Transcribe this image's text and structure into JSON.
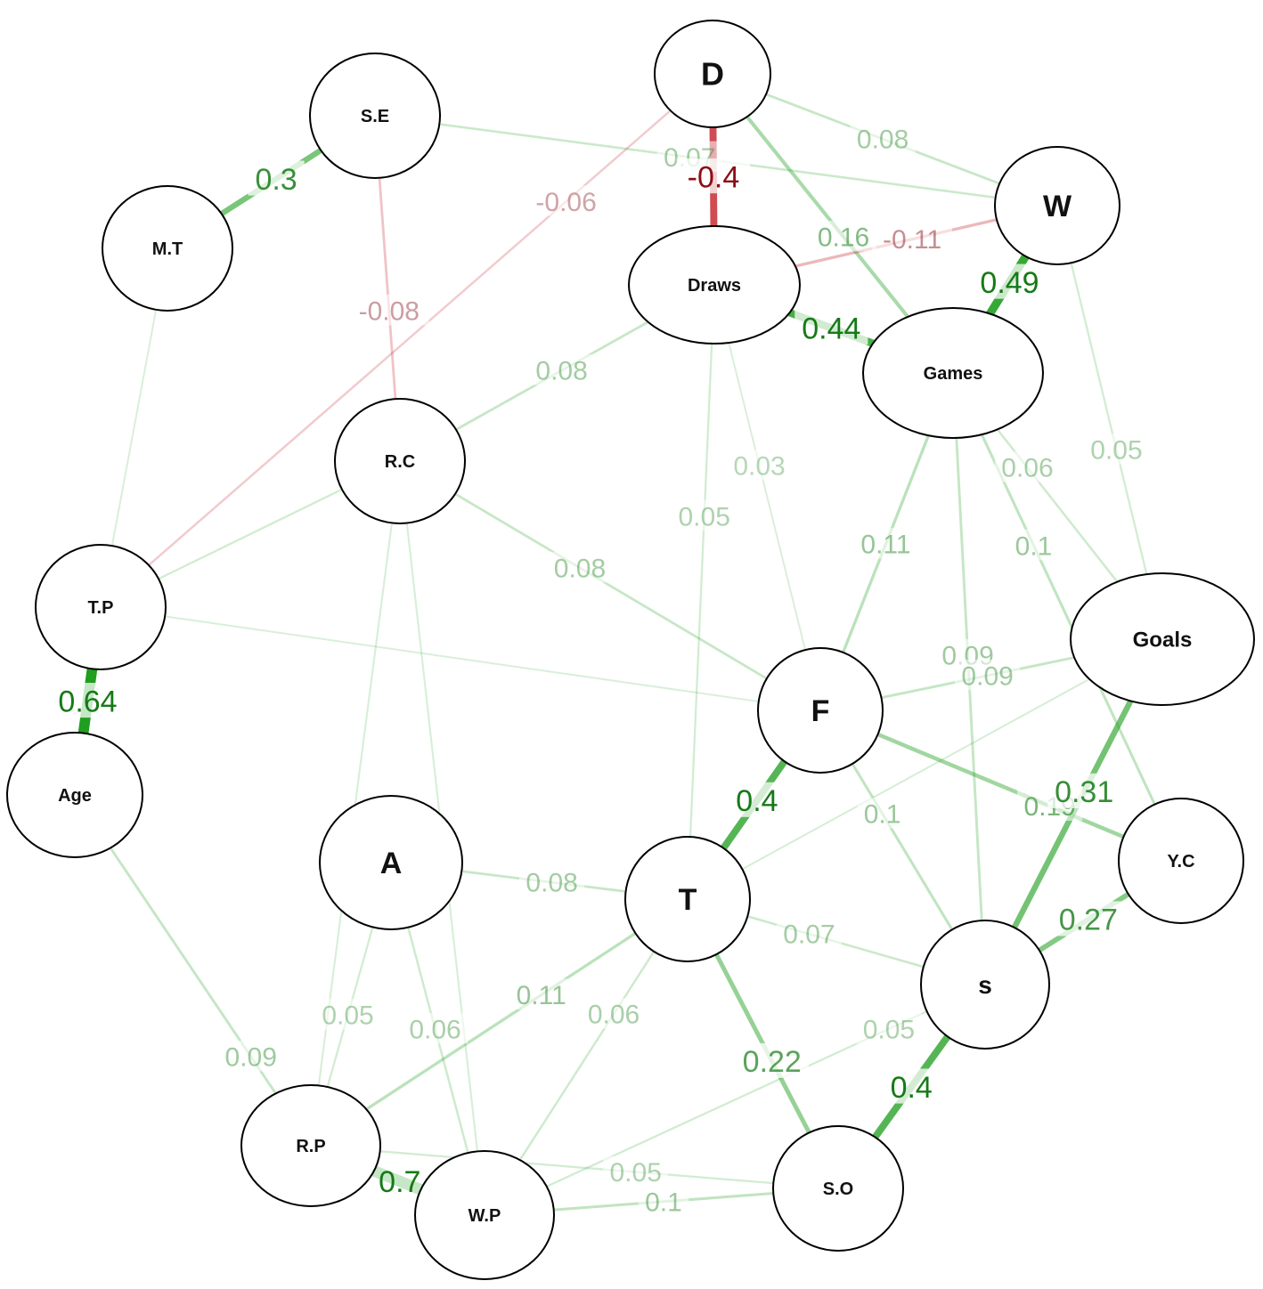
{
  "colors": {
    "positive": "#1f9e1f",
    "negative": "#c0141c",
    "node_fill": "#ffffff",
    "node_stroke": "#000000"
  },
  "nodes": [
    {
      "id": "D",
      "label": "D"
    },
    {
      "id": "S.E",
      "label": "S.E"
    },
    {
      "id": "W",
      "label": "W"
    },
    {
      "id": "M.T",
      "label": "M.T"
    },
    {
      "id": "Draws",
      "label": "Draws"
    },
    {
      "id": "Games",
      "label": "Games"
    },
    {
      "id": "R.C",
      "label": "R.C"
    },
    {
      "id": "T.P",
      "label": "T.P"
    },
    {
      "id": "Goals",
      "label": "Goals"
    },
    {
      "id": "F",
      "label": "F"
    },
    {
      "id": "Age",
      "label": "Age"
    },
    {
      "id": "Y.C",
      "label": "Y.C"
    },
    {
      "id": "A",
      "label": "A"
    },
    {
      "id": "T",
      "label": "T"
    },
    {
      "id": "S",
      "label": "s"
    },
    {
      "id": "R.P",
      "label": "R.P"
    },
    {
      "id": "S.O",
      "label": "S.O"
    },
    {
      "id": "W.P",
      "label": "W.P"
    }
  ],
  "edges": [
    {
      "source": "S.E",
      "target": "M.T",
      "weight": 0.3,
      "label": "0.3"
    },
    {
      "source": "S.E",
      "target": "W",
      "weight": 0.07,
      "label": "0.07"
    },
    {
      "source": "S.E",
      "target": "R.C",
      "weight": -0.08,
      "label": "-0.08"
    },
    {
      "source": "D",
      "target": "Draws",
      "weight": -0.4,
      "label": "-0.4"
    },
    {
      "source": "D",
      "target": "W",
      "weight": 0.08,
      "label": "0.08"
    },
    {
      "source": "D",
      "target": "Games",
      "weight": 0.16,
      "label": "0.16"
    },
    {
      "source": "D",
      "target": "T.P",
      "weight": -0.06,
      "label": "-0.06"
    },
    {
      "source": "Draws",
      "target": "W",
      "weight": -0.11,
      "label": "-0.11"
    },
    {
      "source": "Draws",
      "target": "Games",
      "weight": 0.44,
      "label": "0.44"
    },
    {
      "source": "Draws",
      "target": "R.C",
      "weight": 0.08,
      "label": "0.08"
    },
    {
      "source": "Draws",
      "target": "T",
      "weight": 0.05,
      "label": "0.05"
    },
    {
      "source": "Draws",
      "target": "F",
      "weight": 0.03,
      "label": "0.03"
    },
    {
      "source": "W",
      "target": "Games",
      "weight": 0.49,
      "label": "0.49"
    },
    {
      "source": "W",
      "target": "Goals",
      "weight": 0.05,
      "label": "0.05"
    },
    {
      "source": "Games",
      "target": "F",
      "weight": 0.11,
      "label": "0.11"
    },
    {
      "source": "Games",
      "target": "S",
      "weight": 0.09,
      "label": "0.09"
    },
    {
      "source": "Games",
      "target": "Y.C",
      "weight": 0.1,
      "label": "0.1"
    },
    {
      "source": "Games",
      "target": "Goals",
      "weight": 0.06,
      "label": "0.06"
    },
    {
      "source": "R.C",
      "target": "F",
      "weight": 0.08,
      "label": "0.08"
    },
    {
      "source": "R.C",
      "target": "T.P",
      "weight": 0.05,
      "label": ""
    },
    {
      "source": "R.C",
      "target": "W.P",
      "weight": 0.04,
      "label": ""
    },
    {
      "source": "R.C",
      "target": "R.P",
      "weight": 0.04,
      "label": ""
    },
    {
      "source": "M.T",
      "target": "T.P",
      "weight": 0.03,
      "label": ""
    },
    {
      "source": "T.P",
      "target": "Age",
      "weight": 0.64,
      "label": "0.64"
    },
    {
      "source": "T.P",
      "target": "F",
      "weight": 0.03,
      "label": ""
    },
    {
      "source": "F",
      "target": "T",
      "weight": 0.4,
      "label": "0.4"
    },
    {
      "source": "F",
      "target": "Y.C",
      "weight": 0.19,
      "label": "0.19"
    },
    {
      "source": "F",
      "target": "Goals",
      "weight": 0.09,
      "label": "0.09"
    },
    {
      "source": "F",
      "target": "S",
      "weight": 0.1,
      "label": "0.1"
    },
    {
      "source": "Goals",
      "target": "S",
      "weight": 0.31,
      "label": "0.31"
    },
    {
      "source": "Goals",
      "target": "T",
      "weight": 0.04,
      "label": ""
    },
    {
      "source": "Y.C",
      "target": "S",
      "weight": 0.27,
      "label": "0.27"
    },
    {
      "source": "Age",
      "target": "R.P",
      "weight": 0.09,
      "label": "0.09"
    },
    {
      "source": "A",
      "target": "T",
      "weight": 0.08,
      "label": "0.08"
    },
    {
      "source": "A",
      "target": "R.P",
      "weight": 0.05,
      "label": "0.05"
    },
    {
      "source": "A",
      "target": "W.P",
      "weight": 0.06,
      "label": "0.06"
    },
    {
      "source": "T",
      "target": "S",
      "weight": 0.07,
      "label": "0.07"
    },
    {
      "source": "T",
      "target": "S.O",
      "weight": 0.22,
      "label": "0.22"
    },
    {
      "source": "T",
      "target": "R.P",
      "weight": 0.11,
      "label": "0.11"
    },
    {
      "source": "T",
      "target": "W.P",
      "weight": 0.06,
      "label": "0.06"
    },
    {
      "source": "S",
      "target": "S.O",
      "weight": 0.4,
      "label": "0.4"
    },
    {
      "source": "S",
      "target": "W.P",
      "weight": 0.05,
      "label": "0.05"
    },
    {
      "source": "R.P",
      "target": "W.P",
      "weight": 0.7,
      "label": "0.7"
    },
    {
      "source": "R.P",
      "target": "S.O",
      "weight": 0.05,
      "label": "0.05"
    },
    {
      "source": "W.P",
      "target": "S.O",
      "weight": 0.1,
      "label": "0.1"
    }
  ]
}
